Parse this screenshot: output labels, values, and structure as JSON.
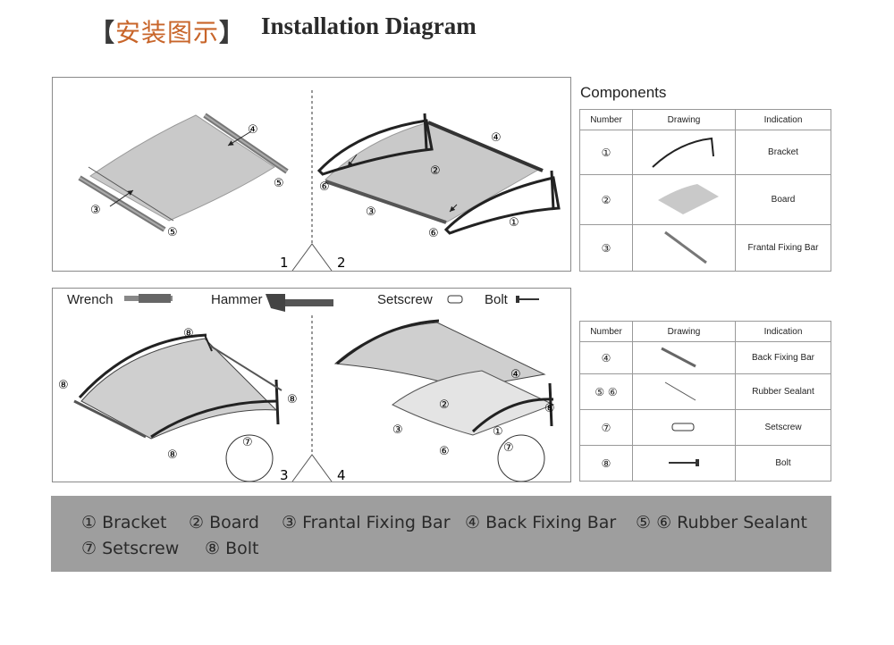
{
  "header": {
    "left_bracket": "【",
    "title_cn": "安装图示",
    "right_bracket": "】",
    "title_en": "Installation Diagram"
  },
  "steps": {
    "s1": "1",
    "s2": "2",
    "s3": "3",
    "s4": "4"
  },
  "markers": {
    "c1": "①",
    "c2": "②",
    "c3": "③",
    "c4": "④",
    "c5": "⑤",
    "c6": "⑥",
    "c7": "⑦",
    "c8": "⑧"
  },
  "tools": {
    "wrench": "Wrench",
    "hammer": "Hammer",
    "setscrew": "Setscrew",
    "bolt": "Bolt"
  },
  "components": {
    "title": "Components",
    "headers": [
      "Number",
      "Drawing",
      "Indication"
    ],
    "table1": [
      {
        "number": "①",
        "indication": "Bracket"
      },
      {
        "number": "②",
        "indication": "Board"
      },
      {
        "number": "③",
        "indication": "Frantal Fixing Bar"
      }
    ],
    "table2": [
      {
        "number": "④",
        "indication": "Back Fixing Bar"
      },
      {
        "number": "⑤ ⑥",
        "indication": "Rubber Sealant"
      },
      {
        "number": "⑦",
        "indication": "Setscrew"
      },
      {
        "number": "⑧",
        "indication": "Bolt"
      }
    ]
  },
  "legend": {
    "i1": "① Bracket",
    "i2": "② Board",
    "i3": "③ Frantal Fixing Bar",
    "i4": "④ Back Fixing Bar",
    "i5": "⑤ ⑥ Rubber Sealant",
    "i6": "⑦ Setscrew",
    "i7": "⑧  Bolt"
  },
  "colors": {
    "header_cn": "#c8652a",
    "legend_bg": "#9e9e9e",
    "board_fill": "#c9c9c9",
    "frame": "#2a2a2a"
  }
}
